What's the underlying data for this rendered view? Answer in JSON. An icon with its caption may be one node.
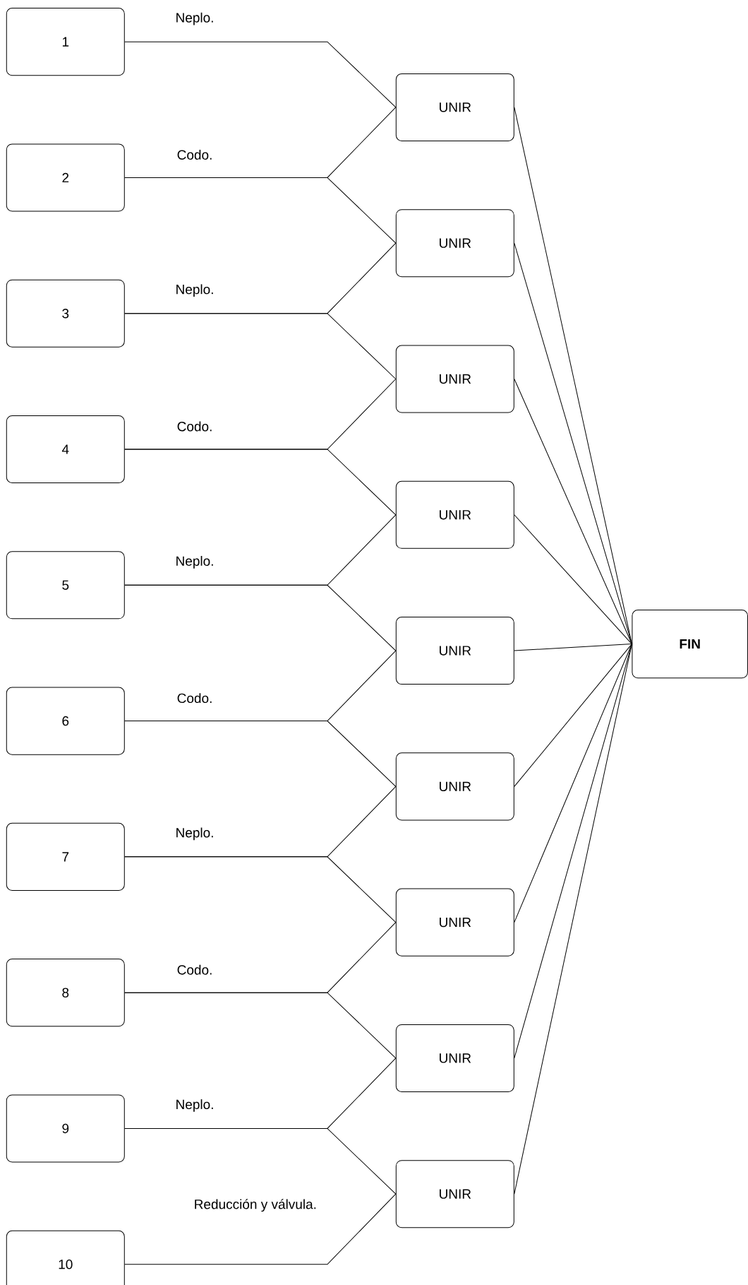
{
  "diagram": {
    "nodes": [
      {
        "text": [
          "1"
        ]
      },
      {
        "text": [
          "2"
        ]
      },
      {
        "text": [
          "3"
        ]
      },
      {
        "text": [
          "4"
        ]
      },
      {
        "text": [
          "5"
        ]
      },
      {
        "text": [
          "6"
        ]
      },
      {
        "text": [
          "7"
        ]
      },
      {
        "text": [
          "8"
        ]
      },
      {
        "text": [
          "9"
        ]
      },
      {
        "text": [
          "10"
        ]
      },
      {
        "text": [
          "UNIR"
        ]
      },
      {
        "text": [
          "UNIR"
        ]
      },
      {
        "text": [
          "UNIR"
        ]
      },
      {
        "text": [
          "UNIR"
        ]
      },
      {
        "text": [
          "UNIR"
        ]
      },
      {
        "text": [
          "UNIR"
        ]
      },
      {
        "text": [
          "UNIR"
        ]
      },
      {
        "text": [
          "UNIR"
        ]
      },
      {
        "text": [
          "UNIR"
        ]
      },
      {
        "text": [
          "FIN"
        ]
      }
    ],
    "edges": [
      {
        "from": 0,
        "to": 10,
        "arrow": "none",
        "label": "Neplo."
      },
      {
        "from": 1,
        "to": 10,
        "arrow": "none",
        "label": "Codo."
      },
      {
        "from": 1,
        "to": 11,
        "arrow": "none"
      },
      {
        "from": 2,
        "to": 11,
        "arrow": "none",
        "label": "Neplo."
      },
      {
        "from": 2,
        "to": 12,
        "arrow": "none"
      },
      {
        "from": 3,
        "to": 12,
        "arrow": "none",
        "label": "Codo."
      },
      {
        "from": 3,
        "to": 13,
        "arrow": "none"
      },
      {
        "from": 4,
        "to": 13,
        "arrow": "none",
        "label": "Neplo."
      },
      {
        "from": 4,
        "to": 14,
        "arrow": "none"
      },
      {
        "from": 5,
        "to": 14,
        "arrow": "none",
        "label": "Codo."
      },
      {
        "from": 5,
        "to": 15,
        "arrow": "none"
      },
      {
        "from": 6,
        "to": 15,
        "arrow": "none",
        "label": "Neplo."
      },
      {
        "from": 6,
        "to": 16,
        "arrow": "none"
      },
      {
        "from": 7,
        "to": 16,
        "arrow": "none",
        "label": "Codo."
      },
      {
        "from": 7,
        "to": 17,
        "arrow": "none"
      },
      {
        "from": 8,
        "to": 17,
        "arrow": "none",
        "label": "Neplo."
      },
      {
        "from": 8,
        "to": 18,
        "arrow": "none"
      },
      {
        "from": 9,
        "to": 18,
        "arrow": "none",
        "label": "Reducción y válvula."
      },
      {
        "from": 10,
        "to": 19,
        "arrow": "none"
      },
      {
        "from": 11,
        "to": 19,
        "arrow": "none"
      },
      {
        "from": 12,
        "to": 19,
        "arrow": "none"
      },
      {
        "from": 13,
        "to": 19,
        "arrow": "none"
      },
      {
        "from": 14,
        "to": 19,
        "arrow": "none"
      },
      {
        "from": 15,
        "to": 19,
        "arrow": "none"
      },
      {
        "from": 16,
        "to": 19,
        "arrow": "none"
      },
      {
        "from": 17,
        "to": 19,
        "arrow": "none"
      },
      {
        "from": 18,
        "to": 19,
        "arrow": "none"
      }
    ]
  }
}
